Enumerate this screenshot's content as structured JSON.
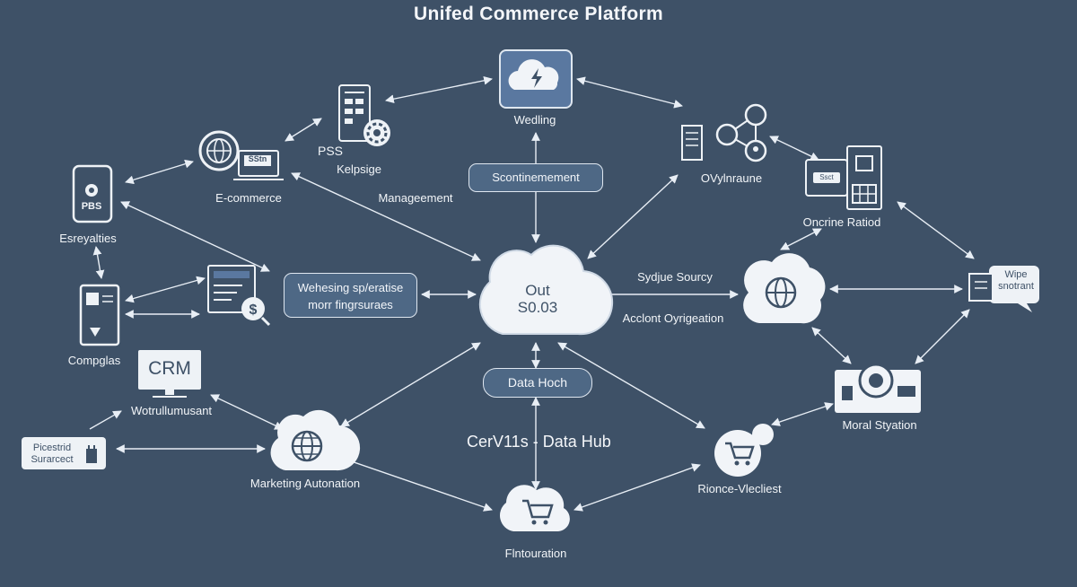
{
  "title": "Unifed Commerce Platform",
  "hub": {
    "line1": "Out",
    "line2": "S0.03"
  },
  "pills": {
    "scontinement": "Scontinemement",
    "webhooks_line1": "Wehesing sp/eratise",
    "webhooks_line2": "morr fingrsuraes",
    "data_hoch": "Data Hoch"
  },
  "labels": {
    "wedling": "Wedling",
    "pss": "PSS",
    "kelpsige": "Kelpsige",
    "management": "Manageement",
    "ecommerce": "E-commerce",
    "pbs": "PBS",
    "esreyalties": "Esreyalties",
    "ovylnraune": "OVylnraune",
    "oncrine_ratiod": "Oncrine Ratiod",
    "sydjue_sourcy": "Sydjue Sourcy",
    "acclont": "Acclont Oyrigeation",
    "wipe_line1": "Wipe",
    "wipe_line2": "snotrant",
    "compglas": "Compglas",
    "crm": "CRM",
    "wotrullumusant": "Wotrullumusant",
    "picestrid_line1": "Picestrid",
    "picestrid_line2": "Surarcect",
    "marketing": "Marketing Autonation",
    "cervis": "CerV11s - Data Hub",
    "flintouration": "Flntouration",
    "moral_styation": "Moral Styation",
    "rionce": "Rionce-Vlecliest",
    "ssstn": "SStn",
    "tablet_tag": "Ssct"
  },
  "colors": {
    "background": "#3e5167",
    "line": "#e8eef5",
    "tile": "#5a78a0",
    "cloud": "#f1f4f8",
    "pill": "#4e6885"
  },
  "icons": {
    "wedling": "cloud-lightning-icon",
    "pss": "server-gear-icon",
    "ecommerce": "globe-laptop-icon",
    "pbs": "mobile-phone-icon",
    "ovylnraune": "network-nodes-icon",
    "oncrine": "tablet-grid-icon",
    "wipe": "chat-document-icon",
    "billing": "document-dollar-icon",
    "compglas": "phone-download-icon",
    "crm": "crm-monitor-icon",
    "picestrid": "battery-plug-icon",
    "marketing": "globe-cloud-icon",
    "globe_right": "globe-cloud-icon",
    "flintouration": "cart-cloud-icon",
    "rionce": "cart-circle-icon",
    "moral": "webcam-monitor-icon"
  }
}
